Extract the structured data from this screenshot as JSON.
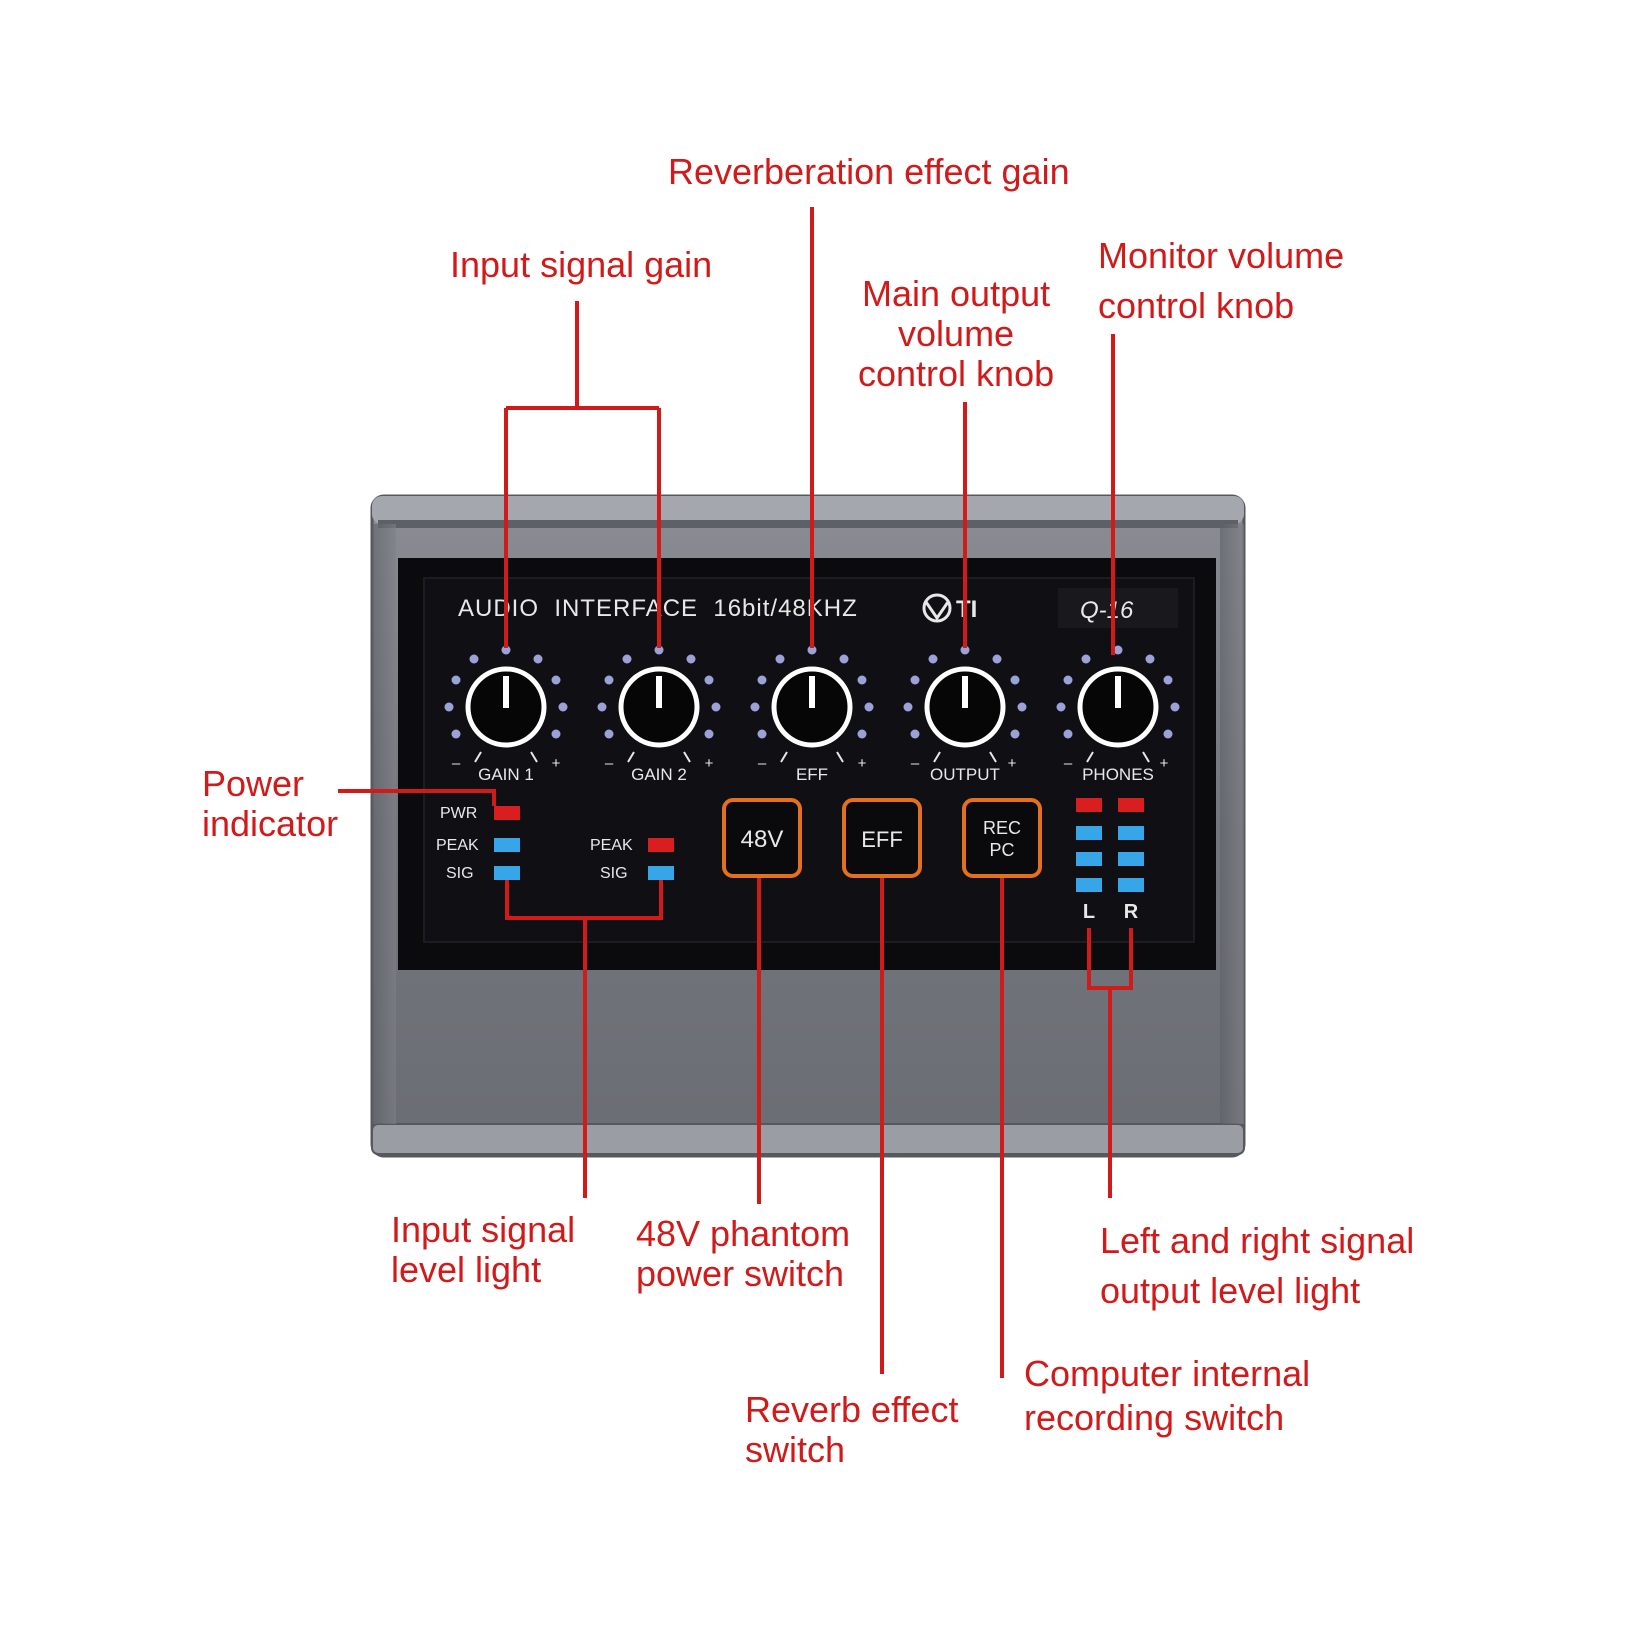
{
  "callouts": {
    "reverb_gain": "Reverberation effect gain",
    "input_gain": "Input signal gain",
    "main_output": [
      "Main output",
      "volume",
      "control knob"
    ],
    "monitor_volume": [
      "Monitor volume",
      "control knob"
    ],
    "power_indicator": [
      "Power",
      "indicator"
    ],
    "input_level": [
      "Input signal",
      "level light"
    ],
    "phantom": [
      "48V phantom",
      "power switch"
    ],
    "reverb_switch": [
      "Reverb effect",
      "switch"
    ],
    "recording_switch": [
      "Computer internal",
      "recording switch"
    ],
    "output_level": [
      "Left and right signal",
      "output level light"
    ]
  },
  "panel": {
    "title": "AUDIO  INTERFACE  16bit/48KHZ",
    "brand": "TI",
    "model": "Q-16",
    "knobs": [
      {
        "label": "GAIN 1"
      },
      {
        "label": "GAIN 2"
      },
      {
        "label": "EFF"
      },
      {
        "label": "OUTPUT"
      },
      {
        "label": "PHONES"
      }
    ],
    "minus": "–",
    "plus": "+",
    "leds": {
      "pwr": "PWR",
      "peak": "PEAK",
      "sig": "SIG"
    },
    "buttons": {
      "phantom": "48V",
      "eff": "EFF",
      "rec_line1": "REC",
      "rec_line2": "PC"
    },
    "channels": {
      "left": "L",
      "right": "R"
    }
  },
  "colors": {
    "annotation": "#d11a1a",
    "led_red": "#d81e1e",
    "led_blue": "#36a6e8",
    "button_border": "#e2701f",
    "panel": "#0b0b0d",
    "housing": "#74777d"
  }
}
